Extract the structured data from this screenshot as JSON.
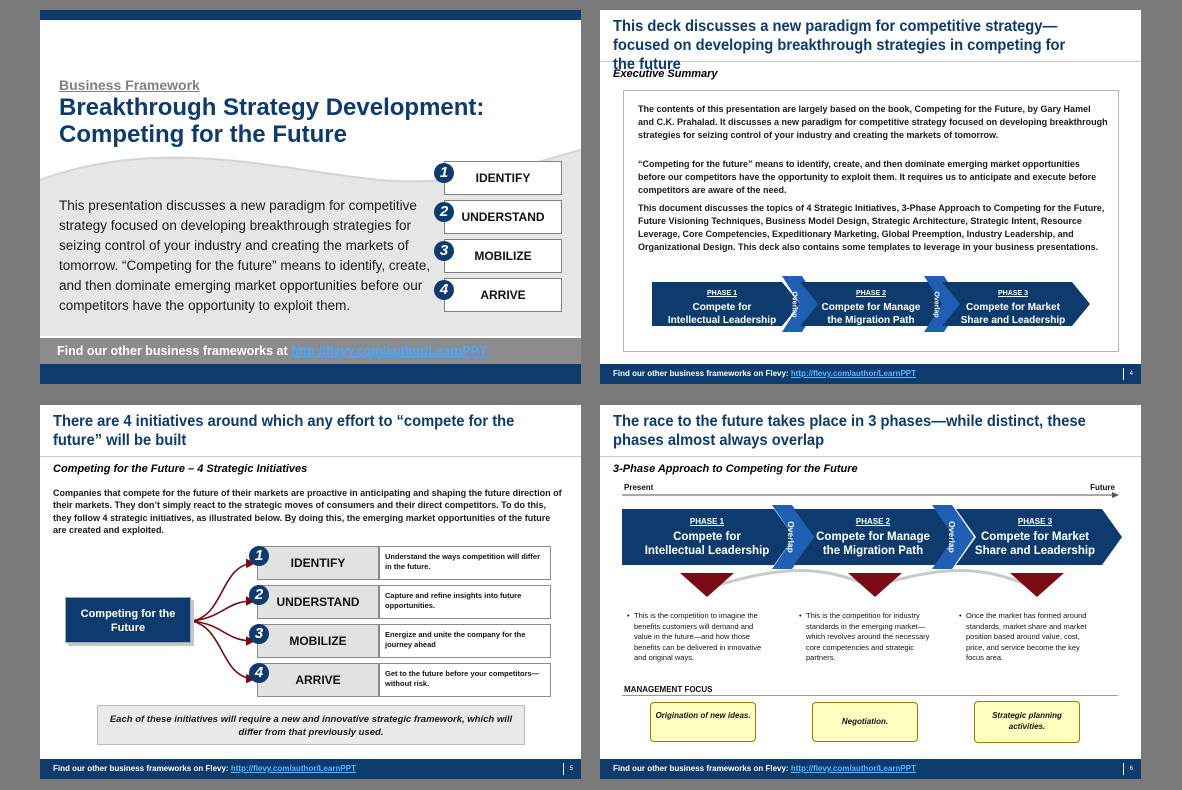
{
  "slide1": {
    "kicker": "Business Framework",
    "title_line1": "Breakthrough Strategy Development:",
    "title_line2": "Competing for the Future",
    "description": "This presentation discusses a new paradigm for competitive strategy focused on developing breakthrough strategies for seizing control of your industry and creating the markets of tomorrow.  “Competing for the future” means to identify, create, and then dominate emerging market opportunities before our competitors have the opportunity to exploit them.",
    "steps": [
      {
        "num": "1",
        "label": "IDENTIFY"
      },
      {
        "num": "2",
        "label": "UNDERSTAND"
      },
      {
        "num": "3",
        "label": "MOBILIZE"
      },
      {
        "num": "4",
        "label": "ARRIVE"
      }
    ],
    "find_text": "Find our other business frameworks at ",
    "find_link": "http://flevy.com/author/LearnPPT"
  },
  "slide2": {
    "title": "This deck discusses a new paradigm for competitive strategy—focused on developing breakthrough strategies in competing for the future",
    "subtitle": "Executive Summary",
    "paragraphs": [
      "The contents of this presentation are largely based on the book, Competing for the Future, by Gary Hamel and C.K. Prahalad.  It discusses a new paradigm for competitive strategy focused on developing breakthrough strategies for seizing control of your industry and creating the markets of tomorrow.",
      "“Competing for the future” means to identify, create, and then dominate emerging market opportunities before our competitors have the opportunity to exploit them.  It requires us to anticipate and execute before competitors are aware of the need.",
      "This document discusses the topics of 4 Strategic Initiatives, 3-Phase Approach to Competing for the Future, Future Visioning Techniques, Business Model Design, Strategic Architecture, Strategic Intent, Resource Leverage, Core Competencies, Expeditionary Marketing, Global Preemption, Industry Leadership, and Organizational Design.   This deck also contains some templates to leverage in your business presentations."
    ],
    "phases": [
      {
        "tag": "PHASE 1",
        "line1": "Compete for",
        "line2": "Intellectual Leadership"
      },
      {
        "tag": "PHASE 2",
        "line1": "Compete for Manage",
        "line2": "the Migration Path"
      },
      {
        "tag": "PHASE 3",
        "line1": "Compete for Market",
        "line2": "Share and Leadership"
      }
    ],
    "overlap": "Overlap",
    "footer_text": "Find our other business frameworks on Flevy: ",
    "footer_link": "http://flevy.com/author/LearnPPT",
    "page": "4"
  },
  "slide3": {
    "title": "There are 4 initiatives around which any effort to “compete for the future” will be built",
    "subtitle": "Competing for the Future – 4 Strategic Initiatives",
    "intro": "Companies that compete for the future of their markets are proactive in anticipating and shaping the future direction of their markets.  They don’t simply react to the strategic moves of consumers and their direct competitors.  To do this, they follow 4 strategic initiatives, as illustrated below.  By doing this, the emerging market opportunities of the future are created and exploited.",
    "center": "Competing for the Future",
    "initiatives": [
      {
        "num": "1",
        "label": "IDENTIFY",
        "desc": "Understand the ways competition will differ in the future."
      },
      {
        "num": "2",
        "label": "UNDERSTAND",
        "desc": "Capture and refine insights into future opportunities."
      },
      {
        "num": "3",
        "label": "MOBILIZE",
        "desc": "Energize and unite the company for the journey ahead"
      },
      {
        "num": "4",
        "label": "ARRIVE",
        "desc": "Get to the future before your competitors—without risk."
      }
    ],
    "note": "Each of these initiatives will require a new and innovative strategic framework, which will differ from that previously used.",
    "footer_text": "Find our other business frameworks on Flevy: ",
    "footer_link": "http://flevy.com/author/LearnPPT",
    "page": "5"
  },
  "slide4": {
    "title": "The race to the future takes place in 3 phases—while distinct, these phases almost always overlap",
    "subtitle": "3-Phase Approach to Competing for the Future",
    "present": "Present",
    "future": "Future",
    "phases": [
      {
        "tag": "PHASE 1",
        "line1": "Compete for",
        "line2": "Intellectual Leadership"
      },
      {
        "tag": "PHASE 2",
        "line1": "Compete for Manage",
        "line2": "the Migration Path"
      },
      {
        "tag": "PHASE 3",
        "line1": "Compete for Market",
        "line2": "Share and Leadership"
      }
    ],
    "overlap": "Overlap",
    "bullets": [
      "This is the competition to imagine the benefits customers will demand and value in the future—and how those benefits can be delivered in innovative and original ways.",
      "This is the competition for industry standards in the emerging market—which revolves around the necessary core competencies and strategic partners.",
      "Once the market has formed around standards, market share and market position based around value, cost, price, and service become the key focus area."
    ],
    "management_focus": "MANAGEMENT FOCUS",
    "focus_items": [
      "Origination of new ideas.",
      "Negotiation.",
      "Strategic planning activities."
    ],
    "footer_text": "Find our other business frameworks on Flevy: ",
    "footer_link": "http://flevy.com/author/LearnPPT",
    "page": "6"
  },
  "colors": {
    "navy": "#0e3b6e",
    "accent_blue": "#1f5fb4",
    "dark_red": "#7a0a14",
    "yellow_box": "#ffffc0"
  }
}
